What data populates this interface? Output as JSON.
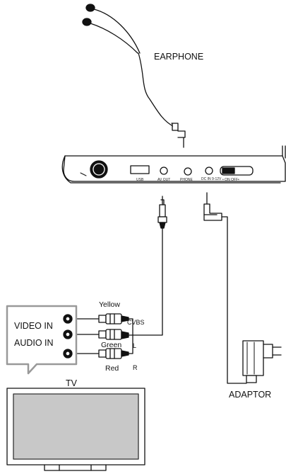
{
  "labels": {
    "earphone": "EARPHONE",
    "adaptor": "ADAPTOR",
    "tv": "TV",
    "video_in": "VIDEO IN",
    "audio_in": "AUDIO IN",
    "yellow": "Yellow",
    "green": "Green",
    "red": "Red",
    "cvbs": "CVBS",
    "l": "L",
    "r": "R"
  },
  "ports": {
    "usb": "USB",
    "av_out": "AV OUT",
    "phone": "PHONE",
    "dc_in": "DC IN 9-12V",
    "on_off": "• ON   OFF•"
  }
}
